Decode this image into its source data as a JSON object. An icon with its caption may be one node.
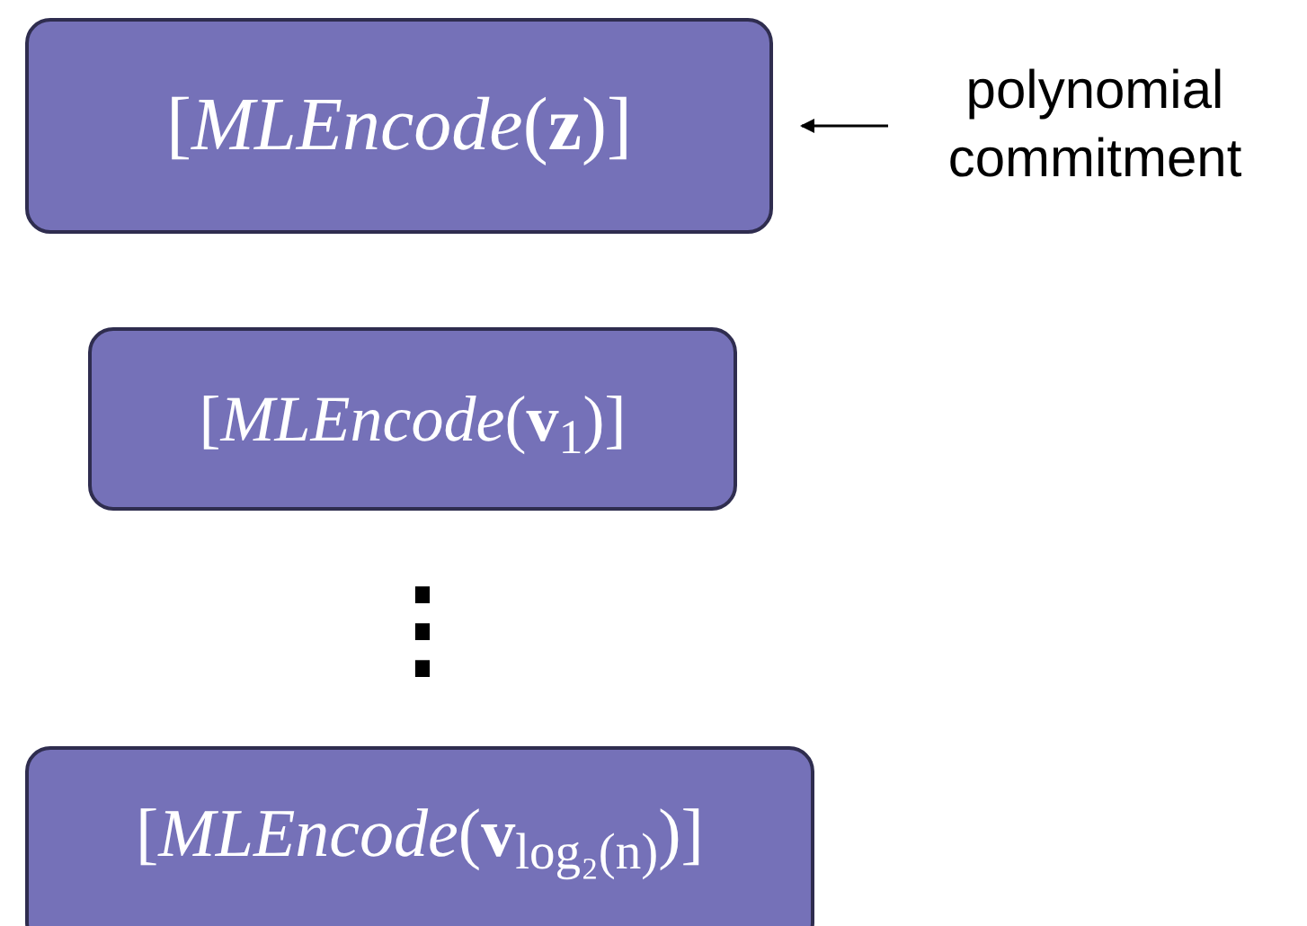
{
  "diagram": {
    "nodes": [
      {
        "text": [
          "[*MLEncode*(**z**)]"
        ]
      },
      {
        "text": [
          "[*MLEncode*(**v**$_{1}$)]"
        ]
      },
      {
        "text": [
          "[*MLEncode*(**v**$_{log₂(n)}$)]"
        ]
      },
      {
        "text": [
          "polynomial commitment"
        ]
      }
    ],
    "edges": [
      {
        "from": 3,
        "to": 0,
        "arrow": "to"
      }
    ],
    "labels": [
      "⋮"
    ]
  }
}
